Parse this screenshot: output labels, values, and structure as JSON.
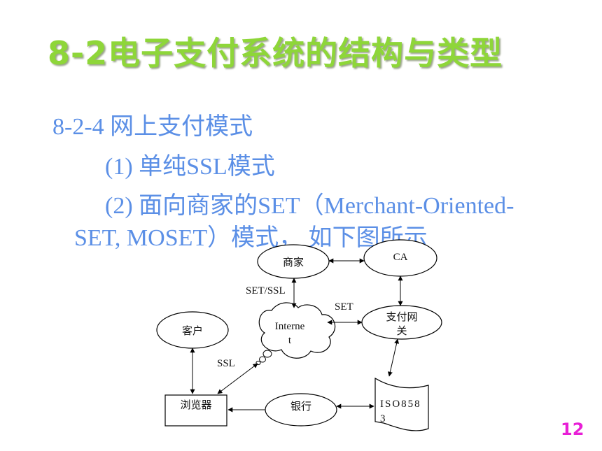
{
  "title": "8-2电子支付系统的结构与类型",
  "section": "8-2-4 网上支付模式",
  "item1": "(1) 单纯SSL模式",
  "item2_line1": "(2) 面向商家的SET（Merchant-Oriented-",
  "item2_line2": "SET, MOSET）模式， 如下图所示",
  "diagram": {
    "merchant": "商家",
    "ca": "CA",
    "set_ssl": "SET/SSL",
    "set": "SET",
    "gateway_l1": "支付网",
    "gateway_l2": "关",
    "internet_l1": "Interne",
    "internet_l2": "t",
    "customer": "客户",
    "ssl": "SSL",
    "browser": "浏览器",
    "bank": "银行",
    "iso_l1": "ISO858",
    "iso_l2": "3"
  },
  "page_number": "12",
  "colors": {
    "title": "#8ed639",
    "body_text": "#5b8fe6",
    "page_number": "#e81fd6"
  }
}
